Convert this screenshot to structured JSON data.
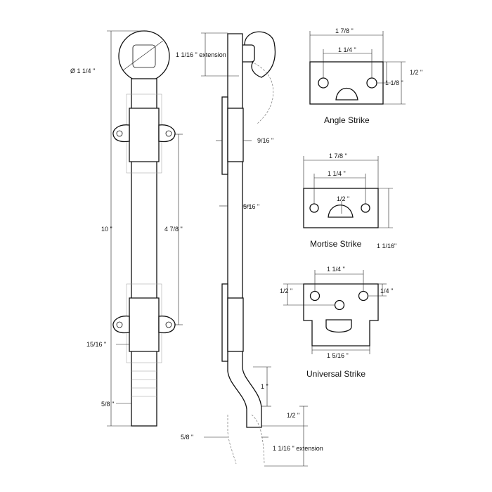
{
  "front_view": {
    "diameter_label": "Ø 1 1/4 \"",
    "length_label": "10 \"",
    "span_label": "4 7/8 \"",
    "block_label": "15/16 \"",
    "tip_label": "5/8 \""
  },
  "side_view": {
    "extension_top_label": "1  1/16 \" extension",
    "thickness_label": "9/16 \"",
    "bolt_label": "5/16 \"",
    "offset_label": "1 \"",
    "foot_label": "1/2 \"",
    "tip_label": "5/8 \"",
    "extension_bottom_label": "1  1/16 \" extension"
  },
  "angle_strike": {
    "title": "Angle Strike",
    "width_label": "1 7/8 \"",
    "hole_spacing_label": "1 1/4 \"",
    "half_label": "1/2 \"",
    "height_label": "1 1/8 \""
  },
  "mortise_strike": {
    "title": "Mortise Strike",
    "width_label": "1 7/8 \"",
    "hole_spacing_label": "1 1/4 \"",
    "half_label": "1/2 \"",
    "height_label": "1  1/16\""
  },
  "universal_strike": {
    "title": "Universal Strike",
    "hole_spacing_label": "1 1/4 \"",
    "left_label": "1/2 \"",
    "right_label": "1/4 \"",
    "width_label": "1  5/16 \""
  }
}
